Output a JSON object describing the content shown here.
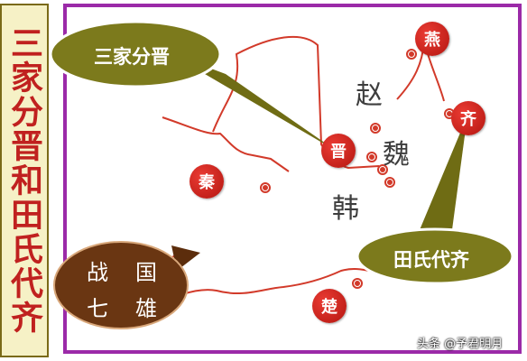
{
  "side_title": "三家分晋和田氏代齐",
  "callouts": {
    "partition_jin": "三家分晋",
    "tian_replaces_qi": "田氏代齐"
  },
  "warring_states_badge": {
    "line1_left": "战",
    "line1_right": "国",
    "line2_left": "七",
    "line2_right": "雄"
  },
  "states": {
    "yan": "燕",
    "qi": "齐",
    "jin": "晋",
    "qin": "秦",
    "chu": "楚"
  },
  "labels": {
    "zhao": "赵",
    "wei": "魏",
    "han": "韩"
  },
  "watermark": "头条 @予君明月",
  "colors": {
    "frame": "#9b2aa8",
    "state_badge": "#d3221c",
    "callout": "#7b7a1a",
    "warring_badge": "#6b3812",
    "border_lines": "#d23a2a"
  }
}
